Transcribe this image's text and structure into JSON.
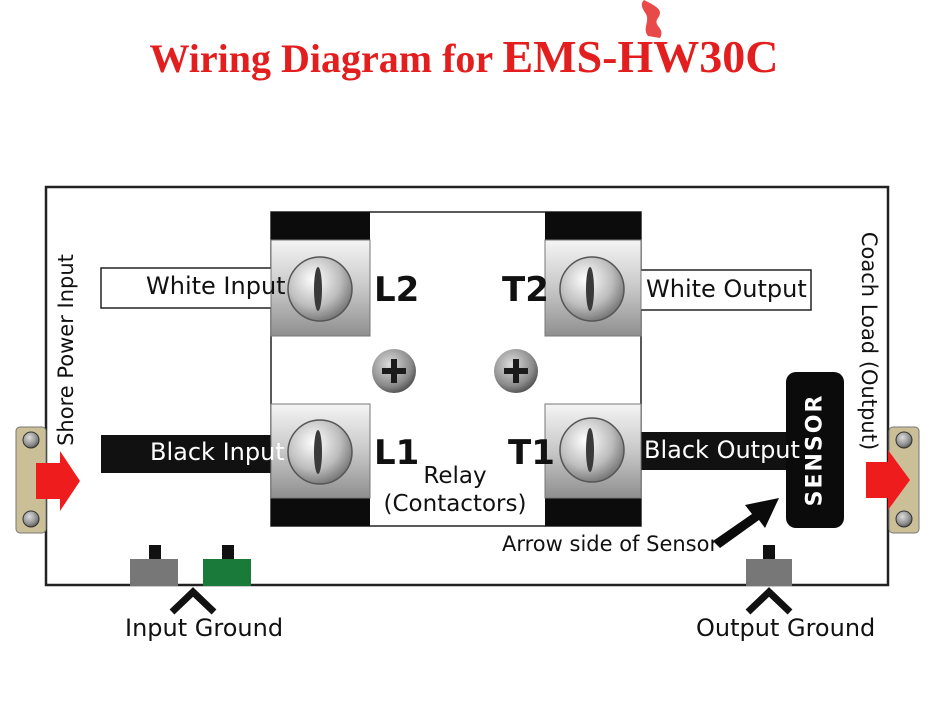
{
  "title": {
    "part1": "Wiring Diagram for ",
    "part2": "EMS-HW30C"
  },
  "diagram": {
    "shore_power_input": "Shore Power Input",
    "coach_load_output": "Coach Load (Output)",
    "white_input": "White Input",
    "black_input": "Black Input",
    "white_output": "White Output",
    "black_output": "Black Output",
    "terminal_l2": "L2",
    "terminal_l1": "L1",
    "terminal_t2": "T2",
    "terminal_t1": "T1",
    "relay_line1": "Relay",
    "relay_line2": "(Contactors)",
    "sensor": "SENSOR",
    "arrow_side_of_sensor": "Arrow side of Sensor",
    "input_ground": "Input Ground",
    "output_ground": "Output Ground"
  },
  "colors": {
    "title_red": "#e31e1e",
    "wire_black": "#111111",
    "arrow_red": "#ee1c1c",
    "ground_green": "#1a7a3a",
    "ground_gray": "#777777"
  }
}
